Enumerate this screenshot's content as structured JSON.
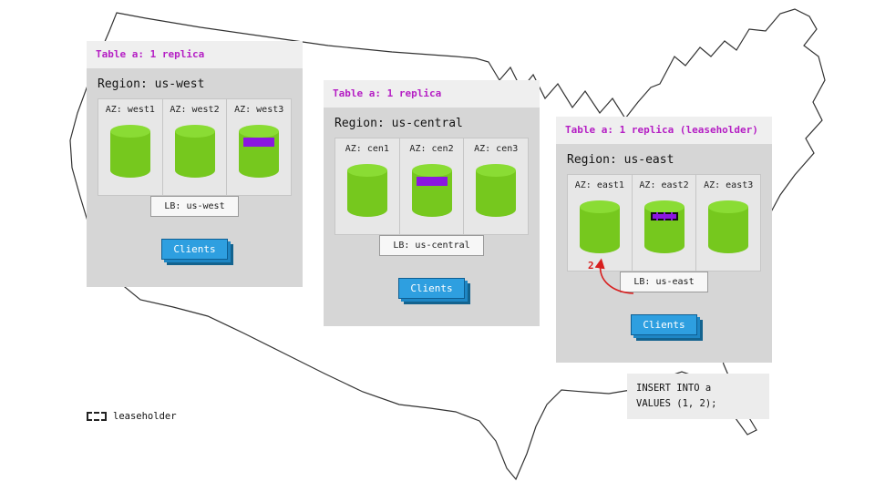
{
  "colors": {
    "cylinder_green": "#7cc71e",
    "replica_purple": "#8a16e0",
    "table_header_magenta": "#b51fc4",
    "clients_blue": "#2e9fe0",
    "annotation_red": "#d81f1f"
  },
  "annotation": {
    "step_label": "2"
  },
  "sql_box": {
    "line1": "INSERT INTO a",
    "line2": "VALUES (1, 2);"
  },
  "legend": {
    "label": "leaseholder"
  },
  "panels": [
    {
      "table_label": "Table a: 1 replica",
      "region_label": "Region: us-west",
      "lb_label": "LB: us-west",
      "clients_label": "Clients",
      "azs": [
        {
          "label": "AZ: west1",
          "replica": false,
          "leaseholder": false
        },
        {
          "label": "AZ: west2",
          "replica": false,
          "leaseholder": false
        },
        {
          "label": "AZ: west3",
          "replica": true,
          "leaseholder": false
        }
      ]
    },
    {
      "table_label": "Table a: 1 replica",
      "region_label": "Region: us-central",
      "lb_label": "LB: us-central",
      "clients_label": "Clients",
      "azs": [
        {
          "label": "AZ: cen1",
          "replica": false,
          "leaseholder": false
        },
        {
          "label": "AZ: cen2",
          "replica": true,
          "leaseholder": false
        },
        {
          "label": "AZ: cen3",
          "replica": false,
          "leaseholder": false
        }
      ]
    },
    {
      "table_label": "Table a: 1 replica (leaseholder)",
      "region_label": "Region: us-east",
      "lb_label": "LB: us-east",
      "clients_label": "Clients",
      "azs": [
        {
          "label": "AZ: east1",
          "replica": false,
          "leaseholder": false
        },
        {
          "label": "AZ: east2",
          "replica": true,
          "leaseholder": true
        },
        {
          "label": "AZ: east3",
          "replica": false,
          "leaseholder": false
        }
      ]
    }
  ]
}
